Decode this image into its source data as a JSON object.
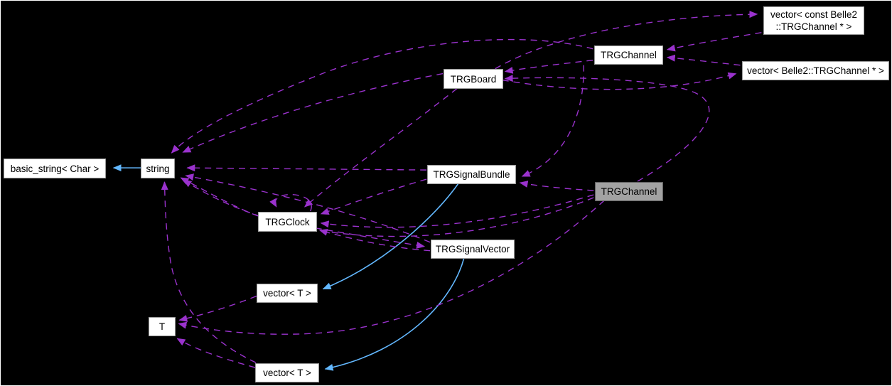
{
  "diagram": {
    "kind": "collaboration-graph",
    "current_node": "TRGChannel",
    "colors": {
      "background": "#000000",
      "usage_edge": "#9a32cd",
      "inheritance_edge": "#63b8ff",
      "node_fill": "#ffffff",
      "current_node_fill": "#a2a2a2",
      "node_border": "#9a9a9a",
      "node_text": "#000000"
    },
    "nodes": [
      {
        "id": "vector-const-belle2-trgchannel-ptr",
        "label": "vector< const Belle2\n::TRGChannel * >",
        "highlighted": false
      },
      {
        "id": "trgchannel-top",
        "label": "TRGChannel",
        "highlighted": false
      },
      {
        "id": "trgboard",
        "label": "TRGBoard",
        "highlighted": false
      },
      {
        "id": "vector-belle2-trgchannel-ptr",
        "label": "vector< Belle2::TRGChannel * >",
        "highlighted": false
      },
      {
        "id": "basic-string-char",
        "label": "basic_string< Char >",
        "highlighted": false
      },
      {
        "id": "string",
        "label": "string",
        "highlighted": false
      },
      {
        "id": "trgsignalbundle",
        "label": "TRGSignalBundle",
        "highlighted": false
      },
      {
        "id": "trgchannel-current",
        "label": "TRGChannel",
        "highlighted": true
      },
      {
        "id": "trgclock",
        "label": "TRGClock",
        "highlighted": false
      },
      {
        "id": "trgsignalvector",
        "label": "TRGSignalVector",
        "highlighted": false
      },
      {
        "id": "vector-t-mid",
        "label": "vector< T >",
        "highlighted": false
      },
      {
        "id": "t",
        "label": "T",
        "highlighted": false
      },
      {
        "id": "vector-t-bottom",
        "label": "vector< T >",
        "highlighted": false
      }
    ],
    "edges": [
      {
        "from": "string",
        "to": "basic-string-char",
        "style": "solid-inheritance"
      },
      {
        "from": "trgsignalbundle",
        "to": "vector-t-mid",
        "style": "solid-inheritance"
      },
      {
        "from": "trgsignalvector",
        "to": "vector-t-bottom",
        "style": "solid-inheritance"
      },
      {
        "from": "trgchannel-top",
        "to": "string",
        "style": "dashed-usage"
      },
      {
        "from": "trgboard",
        "to": "string",
        "style": "dashed-usage"
      },
      {
        "from": "trgsignalbundle",
        "to": "string",
        "style": "dashed-usage"
      },
      {
        "from": "trgclock",
        "to": "string",
        "style": "dashed-usage"
      },
      {
        "from": "trgsignalvector",
        "to": "string",
        "style": "dashed-usage"
      },
      {
        "from": "trgchannel-current",
        "to": "string",
        "style": "dashed-usage"
      },
      {
        "from": "trgchannel-current",
        "to": "trgsignalbundle",
        "style": "dashed-usage"
      },
      {
        "from": "trgchannel-top",
        "to": "trgsignalbundle",
        "style": "dashed-usage"
      },
      {
        "from": "trgchannel-top",
        "to": "trgboard",
        "style": "dashed-usage"
      },
      {
        "from": "trgchannel-current",
        "to": "trgboard",
        "style": "dashed-usage"
      },
      {
        "from": "trgboard",
        "to": "vector-const-belle2-trgchannel-ptr",
        "style": "dashed-usage"
      },
      {
        "from": "vector-const-belle2-trgchannel-ptr",
        "to": "trgchannel-top",
        "style": "dashed-usage"
      },
      {
        "from": "vector-belle2-trgchannel-ptr",
        "to": "trgchannel-top",
        "style": "dashed-usage"
      },
      {
        "from": "trgboard",
        "to": "vector-belle2-trgchannel-ptr",
        "style": "dashed-usage"
      },
      {
        "from": "trgboard",
        "to": "trgclock",
        "style": "dashed-usage"
      },
      {
        "from": "trgclock",
        "to": "trgclock",
        "style": "dashed-usage-self"
      },
      {
        "from": "trgsignalbundle",
        "to": "trgclock",
        "style": "dashed-usage"
      },
      {
        "from": "trgchannel-current",
        "to": "trgclock",
        "style": "dashed-usage"
      },
      {
        "from": "trgsignalvector",
        "to": "trgclock",
        "style": "dashed-usage"
      },
      {
        "from": "trgclock",
        "to": "trgsignalvector",
        "style": "dashed-usage"
      },
      {
        "from": "trgchannel-current",
        "to": "t",
        "style": "dashed-usage"
      },
      {
        "from": "vector-t-mid",
        "to": "t",
        "style": "dashed-usage"
      },
      {
        "from": "vector-t-bottom",
        "to": "t",
        "style": "dashed-usage"
      },
      {
        "from": "vector-t-bottom",
        "to": "string",
        "style": "dashed-usage"
      }
    ]
  }
}
